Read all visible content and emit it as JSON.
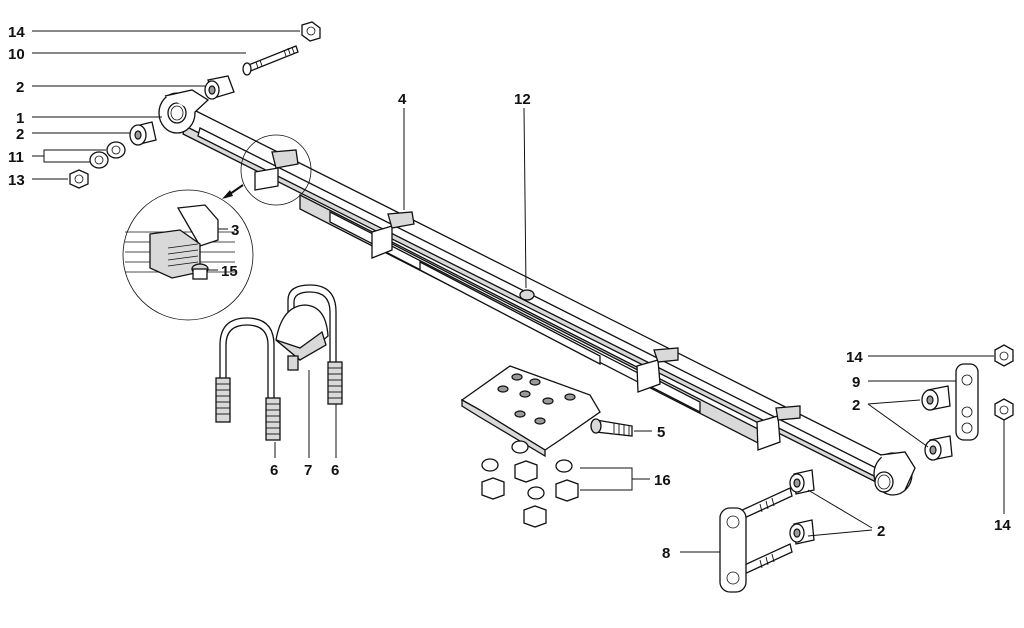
{
  "callouts": {
    "c14_top": "14",
    "c10": "10",
    "c2_a": "2",
    "c1": "1",
    "c2_b": "2",
    "c11": "11",
    "c13": "13",
    "c3": "3",
    "c15": "15",
    "c4": "4",
    "c12": "12",
    "c5": "5",
    "c6_left": "6",
    "c7": "7",
    "c6_right": "6",
    "c16": "16",
    "c14_right": "14",
    "c9": "9",
    "c2_c": "2",
    "c14_bottom": "14",
    "c2_d": "2",
    "c8": "8"
  }
}
